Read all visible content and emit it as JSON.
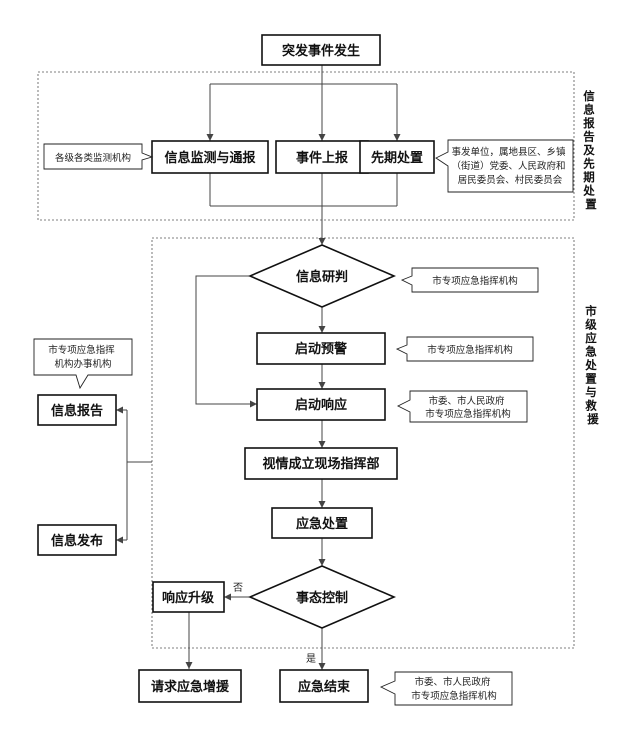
{
  "nodes": {
    "start": "突发事件发生",
    "monitor": "信息监测与通报",
    "report_up": "事件上报",
    "initial": "先期处置",
    "judge": "信息研判",
    "warn": "启动预警",
    "respond": "启动响应",
    "command": "视情成立现场指挥部",
    "handle": "应急处置",
    "control": "事态控制",
    "upgrade": "响应升级",
    "reinforce": "请求应急增援",
    "end": "应急结束",
    "info_report": "信息报告",
    "info_publish": "信息发布"
  },
  "notes": {
    "monitor_org": "各级各类监测机构",
    "initial_org": [
      "事发单位，属地县区、乡镇",
      "（街道）党委、人民政府和",
      "居民委员会、村民委员会"
    ],
    "judge_org": "市专项应急指挥机构",
    "warn_org": "市专项应急指挥机构",
    "respond_org": [
      "市委、市人民政府",
      "市专项应急指挥机构"
    ],
    "report_org": [
      "市专项应急指挥",
      "机构办事机构"
    ],
    "end_org": [
      "市委、市人民政府",
      "市专项应急指挥机构"
    ]
  },
  "sections": {
    "top": [
      "信",
      "息",
      "报",
      "告",
      "及",
      "先",
      "期",
      "处",
      "置"
    ],
    "bottom": [
      "市",
      "级",
      "应",
      "急",
      "处",
      "置",
      "与",
      "救",
      "援"
    ]
  },
  "labels": {
    "no": "否",
    "yes": "是"
  }
}
